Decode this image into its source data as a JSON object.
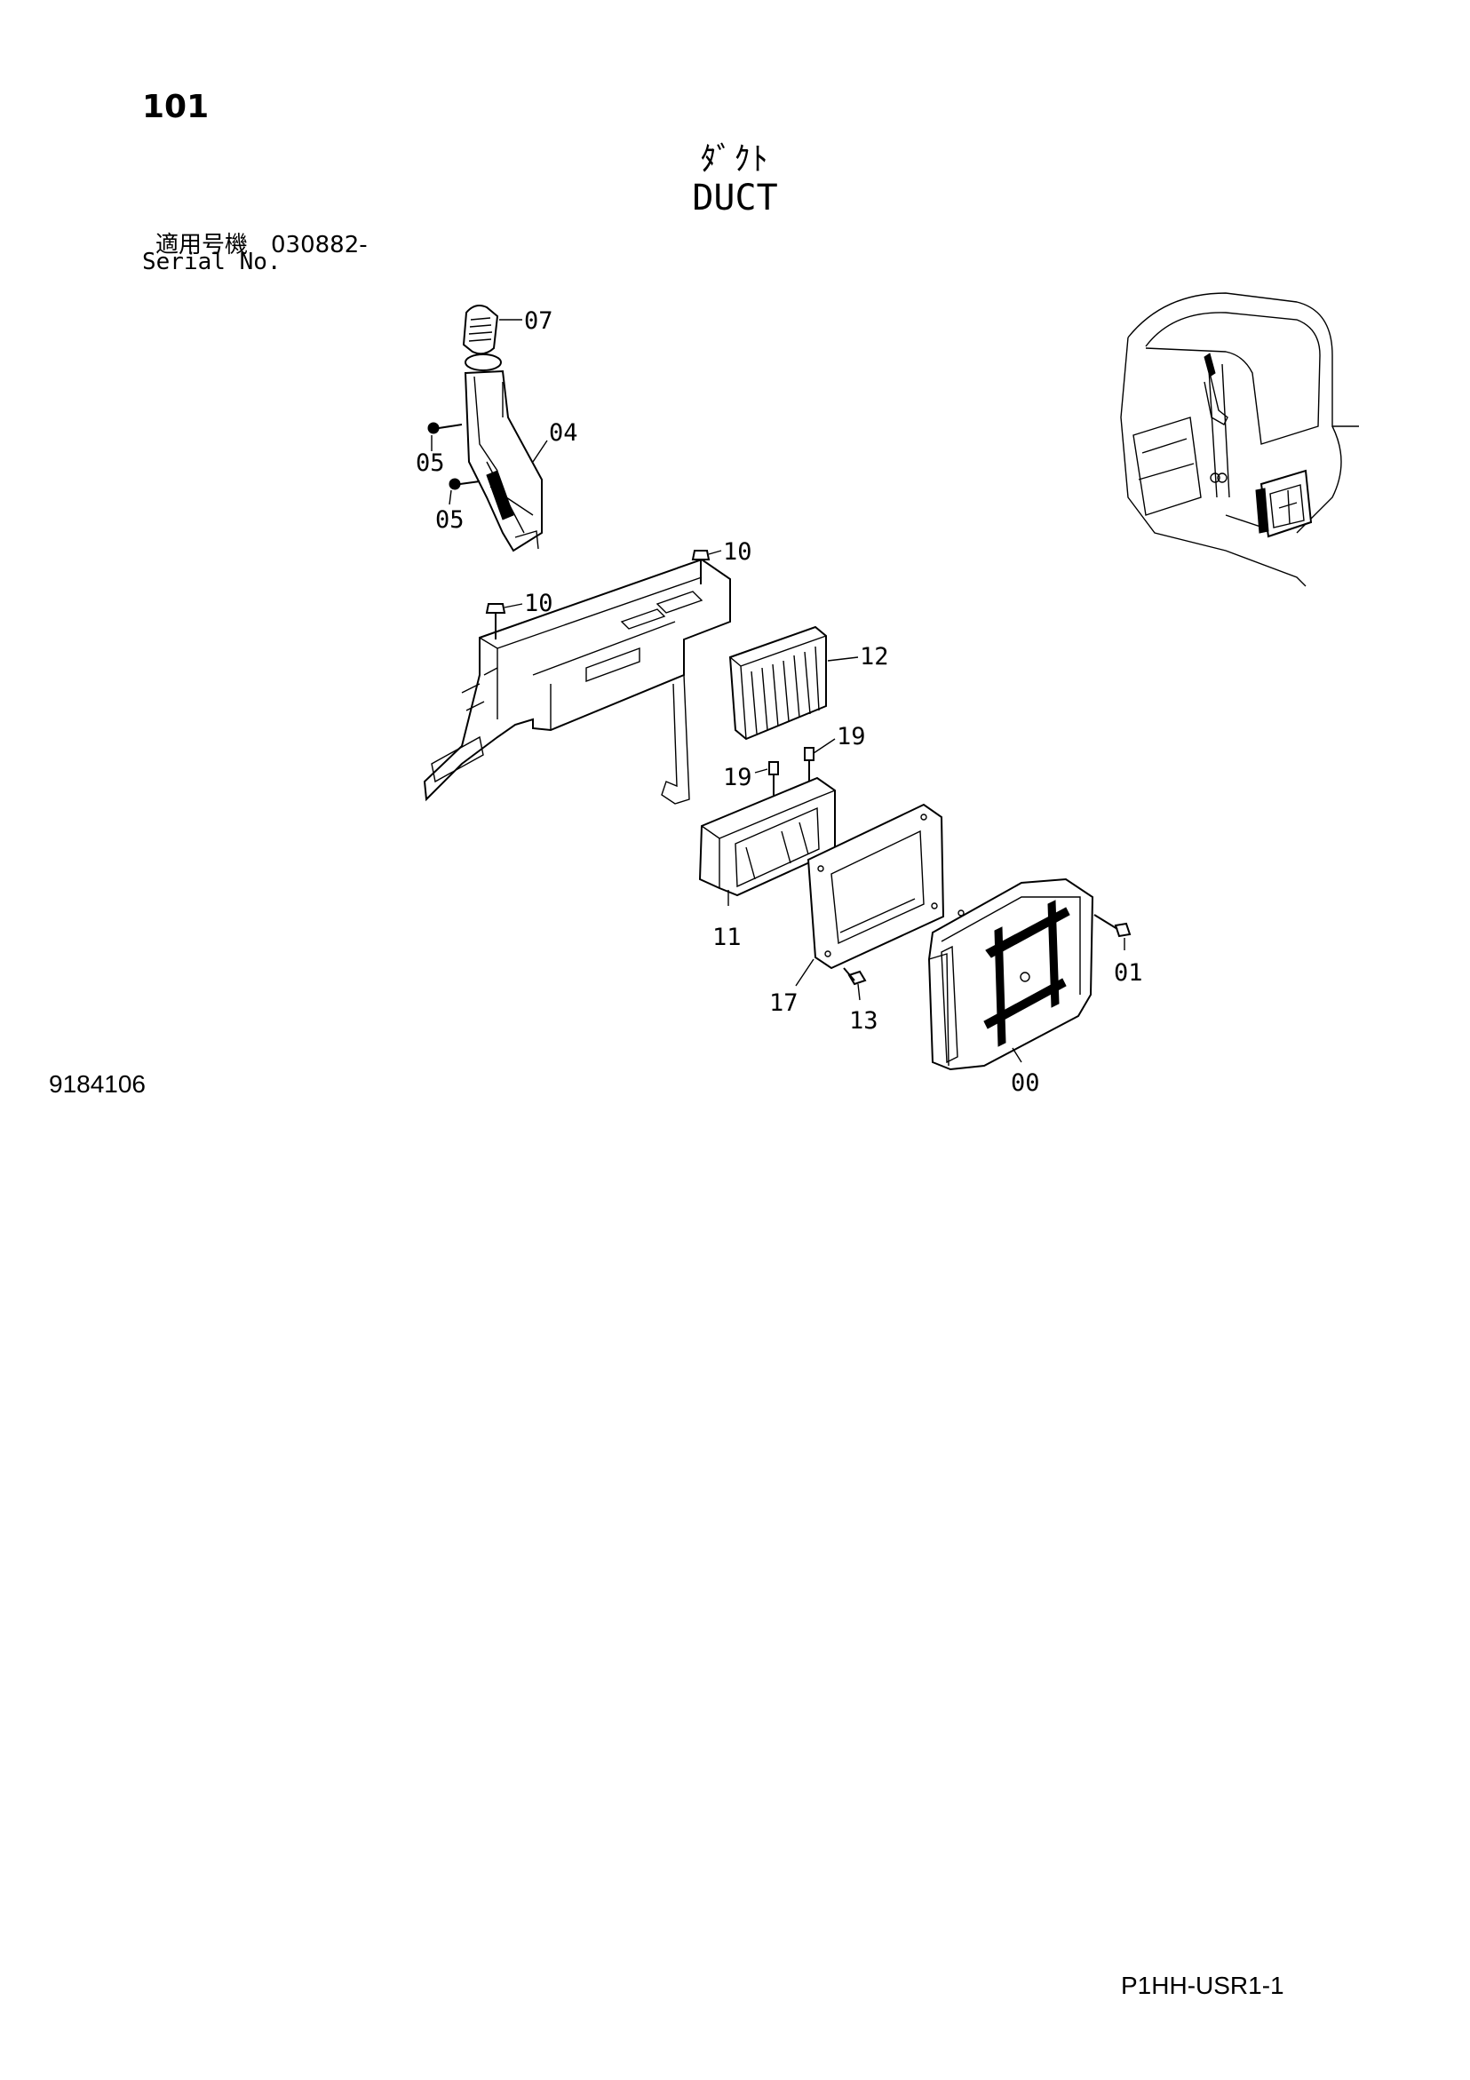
{
  "header": {
    "page_number": "101",
    "title_jp": "ﾀﾞｸﾄ",
    "title_en": "DUCT",
    "serial_label_jp": "適用号機　030882-",
    "serial_label_en": "Serial No."
  },
  "figure": {
    "code": "9184106",
    "callouts": [
      "07",
      "04",
      "05",
      "05",
      "10",
      "10",
      "12",
      "19",
      "19",
      "11",
      "17",
      "13",
      "01",
      "00"
    ]
  },
  "footer": {
    "page_code": "P1HH-USR1-1"
  }
}
